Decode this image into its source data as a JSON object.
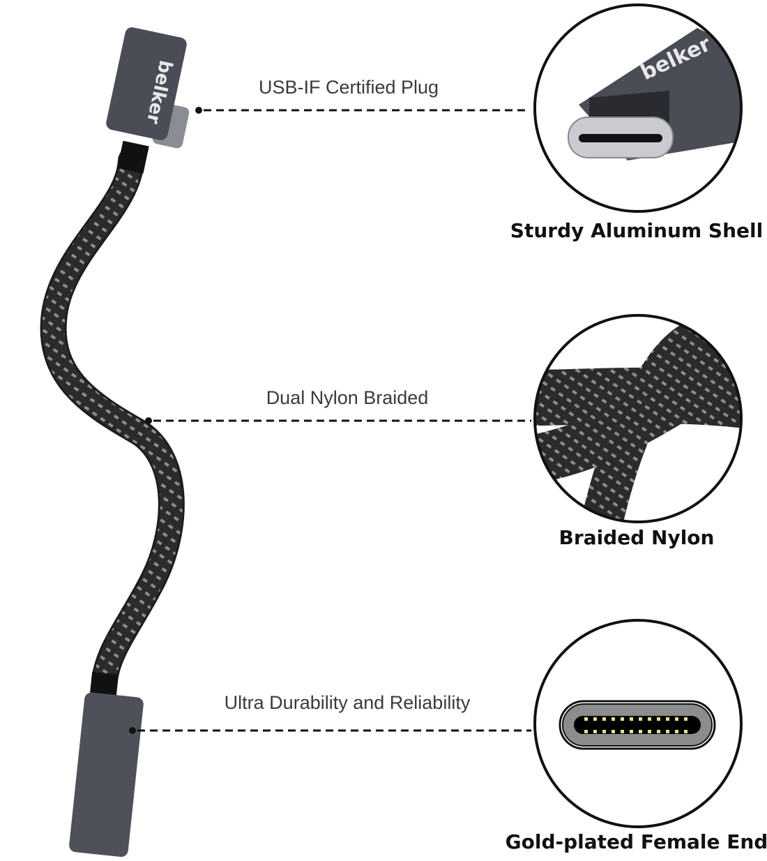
{
  "brand": "belker",
  "callouts": [
    {
      "label": "USB-IF Certified Plug",
      "caption": "Sturdy Aluminum Shell"
    },
    {
      "label": "Dual Nylon Braided",
      "caption": "Braided Nylon"
    },
    {
      "label": "Ultra Durability and Reliability",
      "caption": "Gold-plated Female End"
    }
  ],
  "colors": {
    "connector": "#4a4d55",
    "cable": "#2b2b2e",
    "braid_highlight": "#9a9a9a",
    "pins": "#e6e08a"
  },
  "pin_rows": 2,
  "pins_per_row": 12
}
